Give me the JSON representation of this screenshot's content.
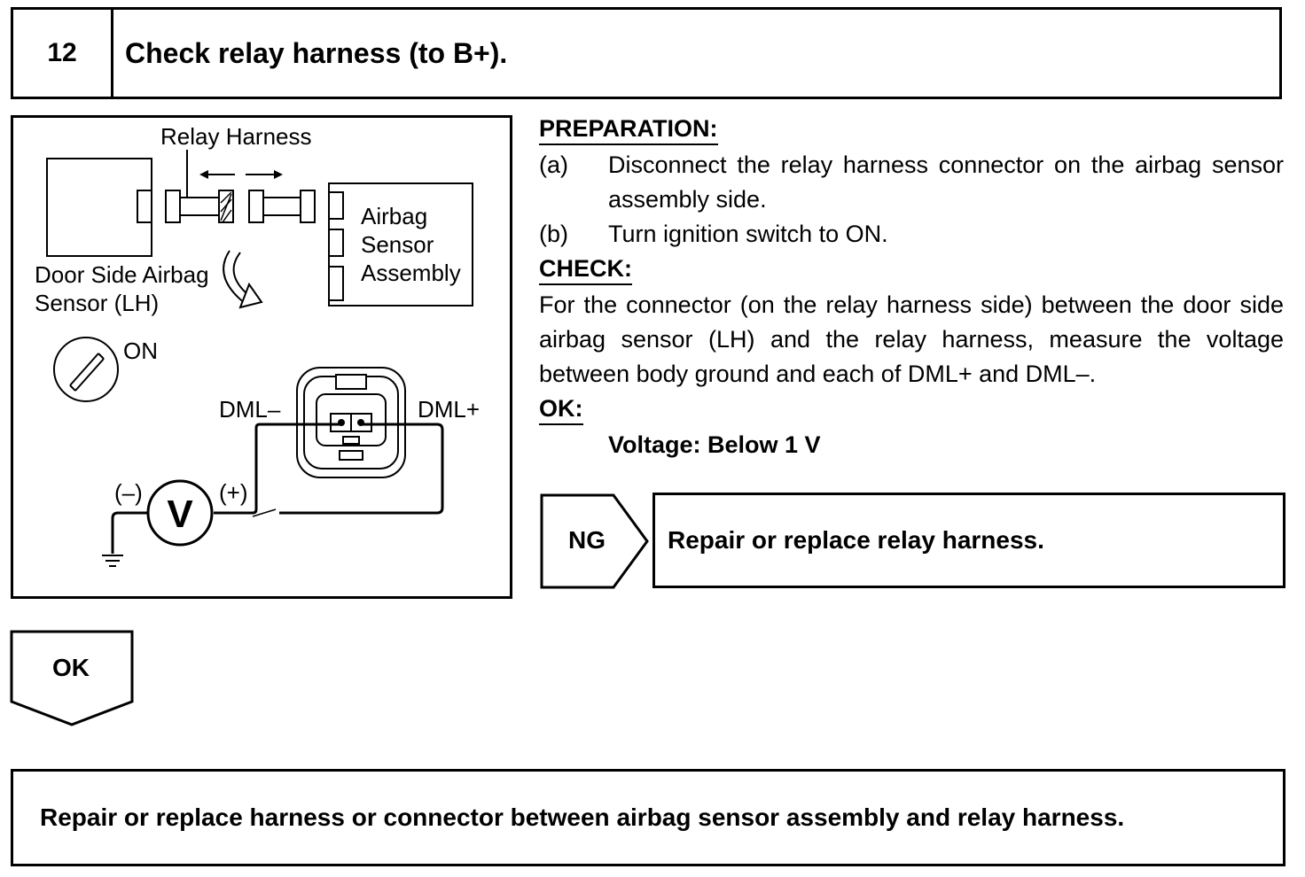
{
  "step": {
    "number": "12",
    "title": "Check relay harness (to B+)."
  },
  "diagram": {
    "relay_harness_label": "Relay Harness",
    "airbag_sensor_label_1": "Airbag",
    "airbag_sensor_label_2": "Sensor",
    "airbag_sensor_label_3": "Assembly",
    "door_sensor_label_1": "Door Side Airbag",
    "door_sensor_label_2": "Sensor (LH)",
    "ignition_label": "ON",
    "dml_minus_label": "DML–",
    "dml_plus_label": "DML+",
    "meter_minus_label": "(–)",
    "meter_plus_label": "(+)",
    "meter_symbol": "V"
  },
  "preparation": {
    "heading": "PREPARATION:",
    "steps": [
      {
        "letter": "(a)",
        "text": "Disconnect the relay harness connector on the airbag sensor assembly side."
      },
      {
        "letter": "(b)",
        "text": "Turn ignition switch to ON."
      }
    ]
  },
  "check": {
    "heading": "CHECK:",
    "text": "For the connector (on the relay harness side) between the door side airbag sensor (LH) and the relay harness, measure the voltage between body ground and each of DML+ and DML–."
  },
  "ok_spec": {
    "heading": "OK:",
    "value": "Voltage: Below 1 V"
  },
  "ng_branch": {
    "label": "NG",
    "action": "Repair or replace relay harness."
  },
  "ok_branch": {
    "label": "OK"
  },
  "final_action": {
    "text": "Repair or replace harness or connector between airbag sensor assembly and relay harness."
  }
}
